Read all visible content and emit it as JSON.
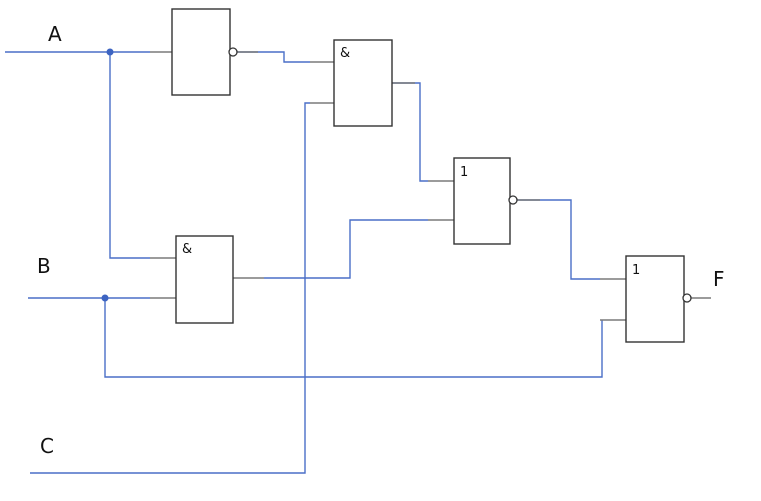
{
  "inputs": {
    "a": "A",
    "b": "B",
    "c": "C"
  },
  "output": {
    "f": "F"
  },
  "gates": {
    "not_a": "",
    "and_top": "&",
    "and_bottom": "&",
    "nor_mid": "1",
    "nor_out": "1"
  },
  "colors": {
    "wire": "#4a6fc7",
    "gate_outline": "#333333",
    "junction": "#3d64c2"
  }
}
